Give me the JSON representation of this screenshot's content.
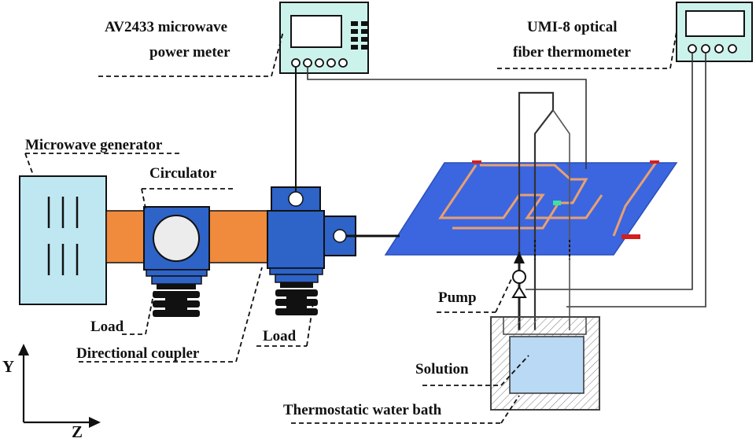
{
  "labels": {
    "power_meter": [
      "AV2433 microwave",
      "power meter"
    ],
    "thermometer": [
      "UMI-8 optical",
      "fiber thermometer"
    ],
    "generator": "Microwave generator",
    "circulator": "Circulator",
    "load_left": "Load",
    "directional_coupler": "Directional coupler",
    "load_right": "Load",
    "pump": "Pump",
    "solution": "Solution",
    "water_bath": "Thermostatic water bath"
  },
  "axes": {
    "y": "Y",
    "z": "Z"
  },
  "colors": {
    "instrument_fill": "#ccf2ec",
    "generator_fill": "#bfe7f2",
    "waveguide": "#f08a3c",
    "device_blue": "#2e63c8",
    "board_blue": "#3c66e0",
    "trace_orange": "#e8a070",
    "solution_fill": "#b9d9f5",
    "bath_hatch": "#888888"
  }
}
